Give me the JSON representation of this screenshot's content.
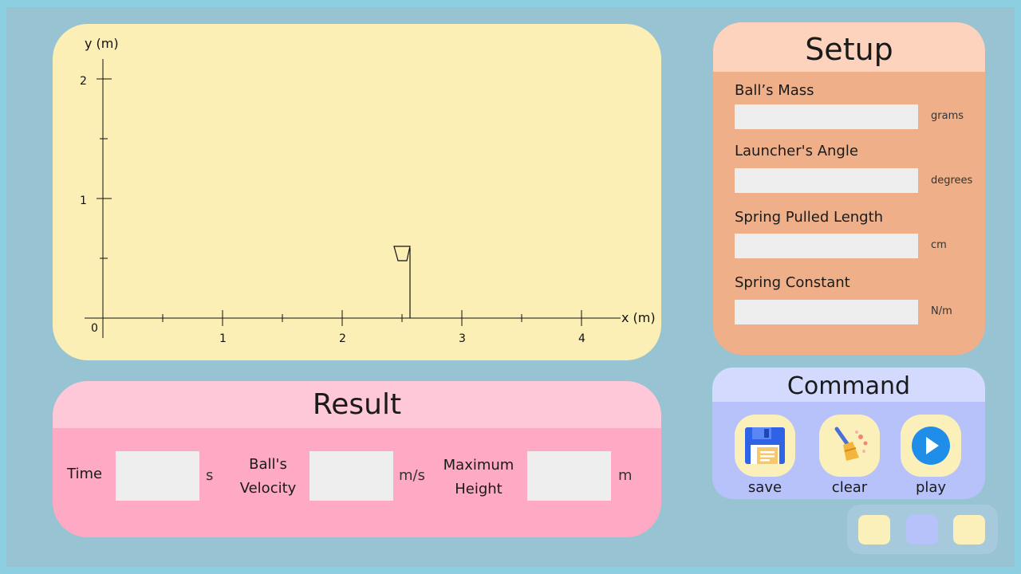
{
  "graph": {
    "y_axis_label": "y (m)",
    "x_axis_label": "x (m)",
    "origin_label": "0",
    "x_ticks": [
      "1",
      "2",
      "3",
      "4"
    ],
    "y_ticks": [
      "1",
      "2"
    ],
    "launcher_icon": "launcher-cup-icon"
  },
  "result": {
    "title": "Result",
    "time_label": "Time",
    "time_value": "",
    "time_unit": "s",
    "velocity_label_line1": "Ball's",
    "velocity_label_line2": "Velocity",
    "velocity_value": "",
    "velocity_unit": "m/s",
    "height_label_line1": "Maximum",
    "height_label_line2": "Height",
    "height_value": "",
    "height_unit": "m"
  },
  "setup": {
    "title": "Setup",
    "fields": [
      {
        "label": "Ball’s Mass",
        "value": "",
        "unit": "grams"
      },
      {
        "label": "Launcher's Angle",
        "value": "",
        "unit": "degrees"
      },
      {
        "label": "Spring Pulled Length",
        "value": "",
        "unit": "cm"
      },
      {
        "label": "Spring Constant",
        "value": "",
        "unit": "N/m"
      }
    ]
  },
  "command": {
    "title": "Command",
    "buttons": [
      {
        "label": "save",
        "icon": "floppy-disk-icon"
      },
      {
        "label": "clear",
        "icon": "broom-icon"
      },
      {
        "label": "play",
        "icon": "play-icon"
      }
    ]
  },
  "colors": {
    "background": "#98c3d2",
    "graph_panel": "#fbefb5",
    "result_panel": "#ffaac4",
    "setup_panel": "#efb089",
    "command_panel": "#b6c2f9",
    "mini_button_yellow": "#fcf0ba",
    "mini_button_blue": "#b6c2f9"
  }
}
